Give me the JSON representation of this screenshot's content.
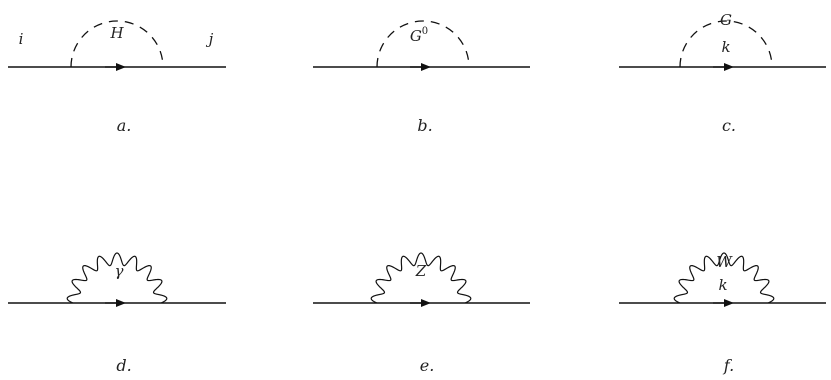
{
  "diagrams": [
    {
      "label": "a.",
      "loop": "scalar",
      "boson": "H",
      "internal": "",
      "left_leg": "i",
      "right_leg": "j"
    },
    {
      "label": "b.",
      "loop": "scalar",
      "boson": "G",
      "boson_sup": "0",
      "internal": "",
      "left_leg": "",
      "right_leg": ""
    },
    {
      "label": "c.",
      "loop": "scalar",
      "boson": "G",
      "internal": "k",
      "left_leg": "",
      "right_leg": ""
    },
    {
      "label": "d.",
      "loop": "gauge",
      "boson": "γ",
      "internal": "",
      "left_leg": "",
      "right_leg": ""
    },
    {
      "label": "e.",
      "loop": "gauge",
      "boson": "Z",
      "internal": "",
      "left_leg": "",
      "right_leg": ""
    },
    {
      "label": "f.",
      "loop": "gauge",
      "boson": "W",
      "internal": "k",
      "left_leg": "",
      "right_leg": ""
    }
  ]
}
